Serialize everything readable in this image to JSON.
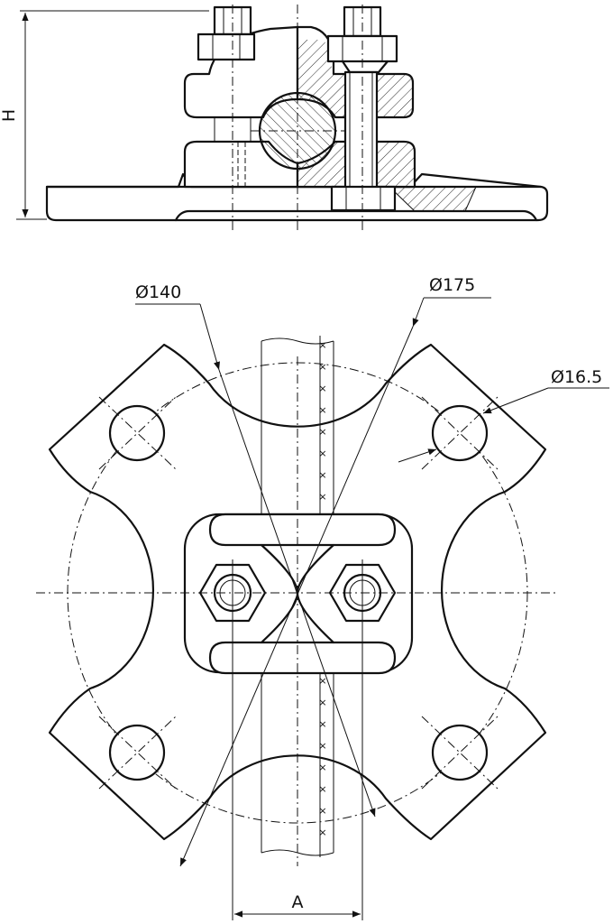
{
  "dimensions": {
    "height_label": "H",
    "dia_bolt_circle": "Ø140",
    "dia_outer": "Ø175",
    "dia_hole": "Ø16.5",
    "width_label": "A"
  },
  "views": [
    "front-section-view",
    "top-view"
  ],
  "colors": {
    "line": "#111111",
    "background": "#ffffff"
  }
}
